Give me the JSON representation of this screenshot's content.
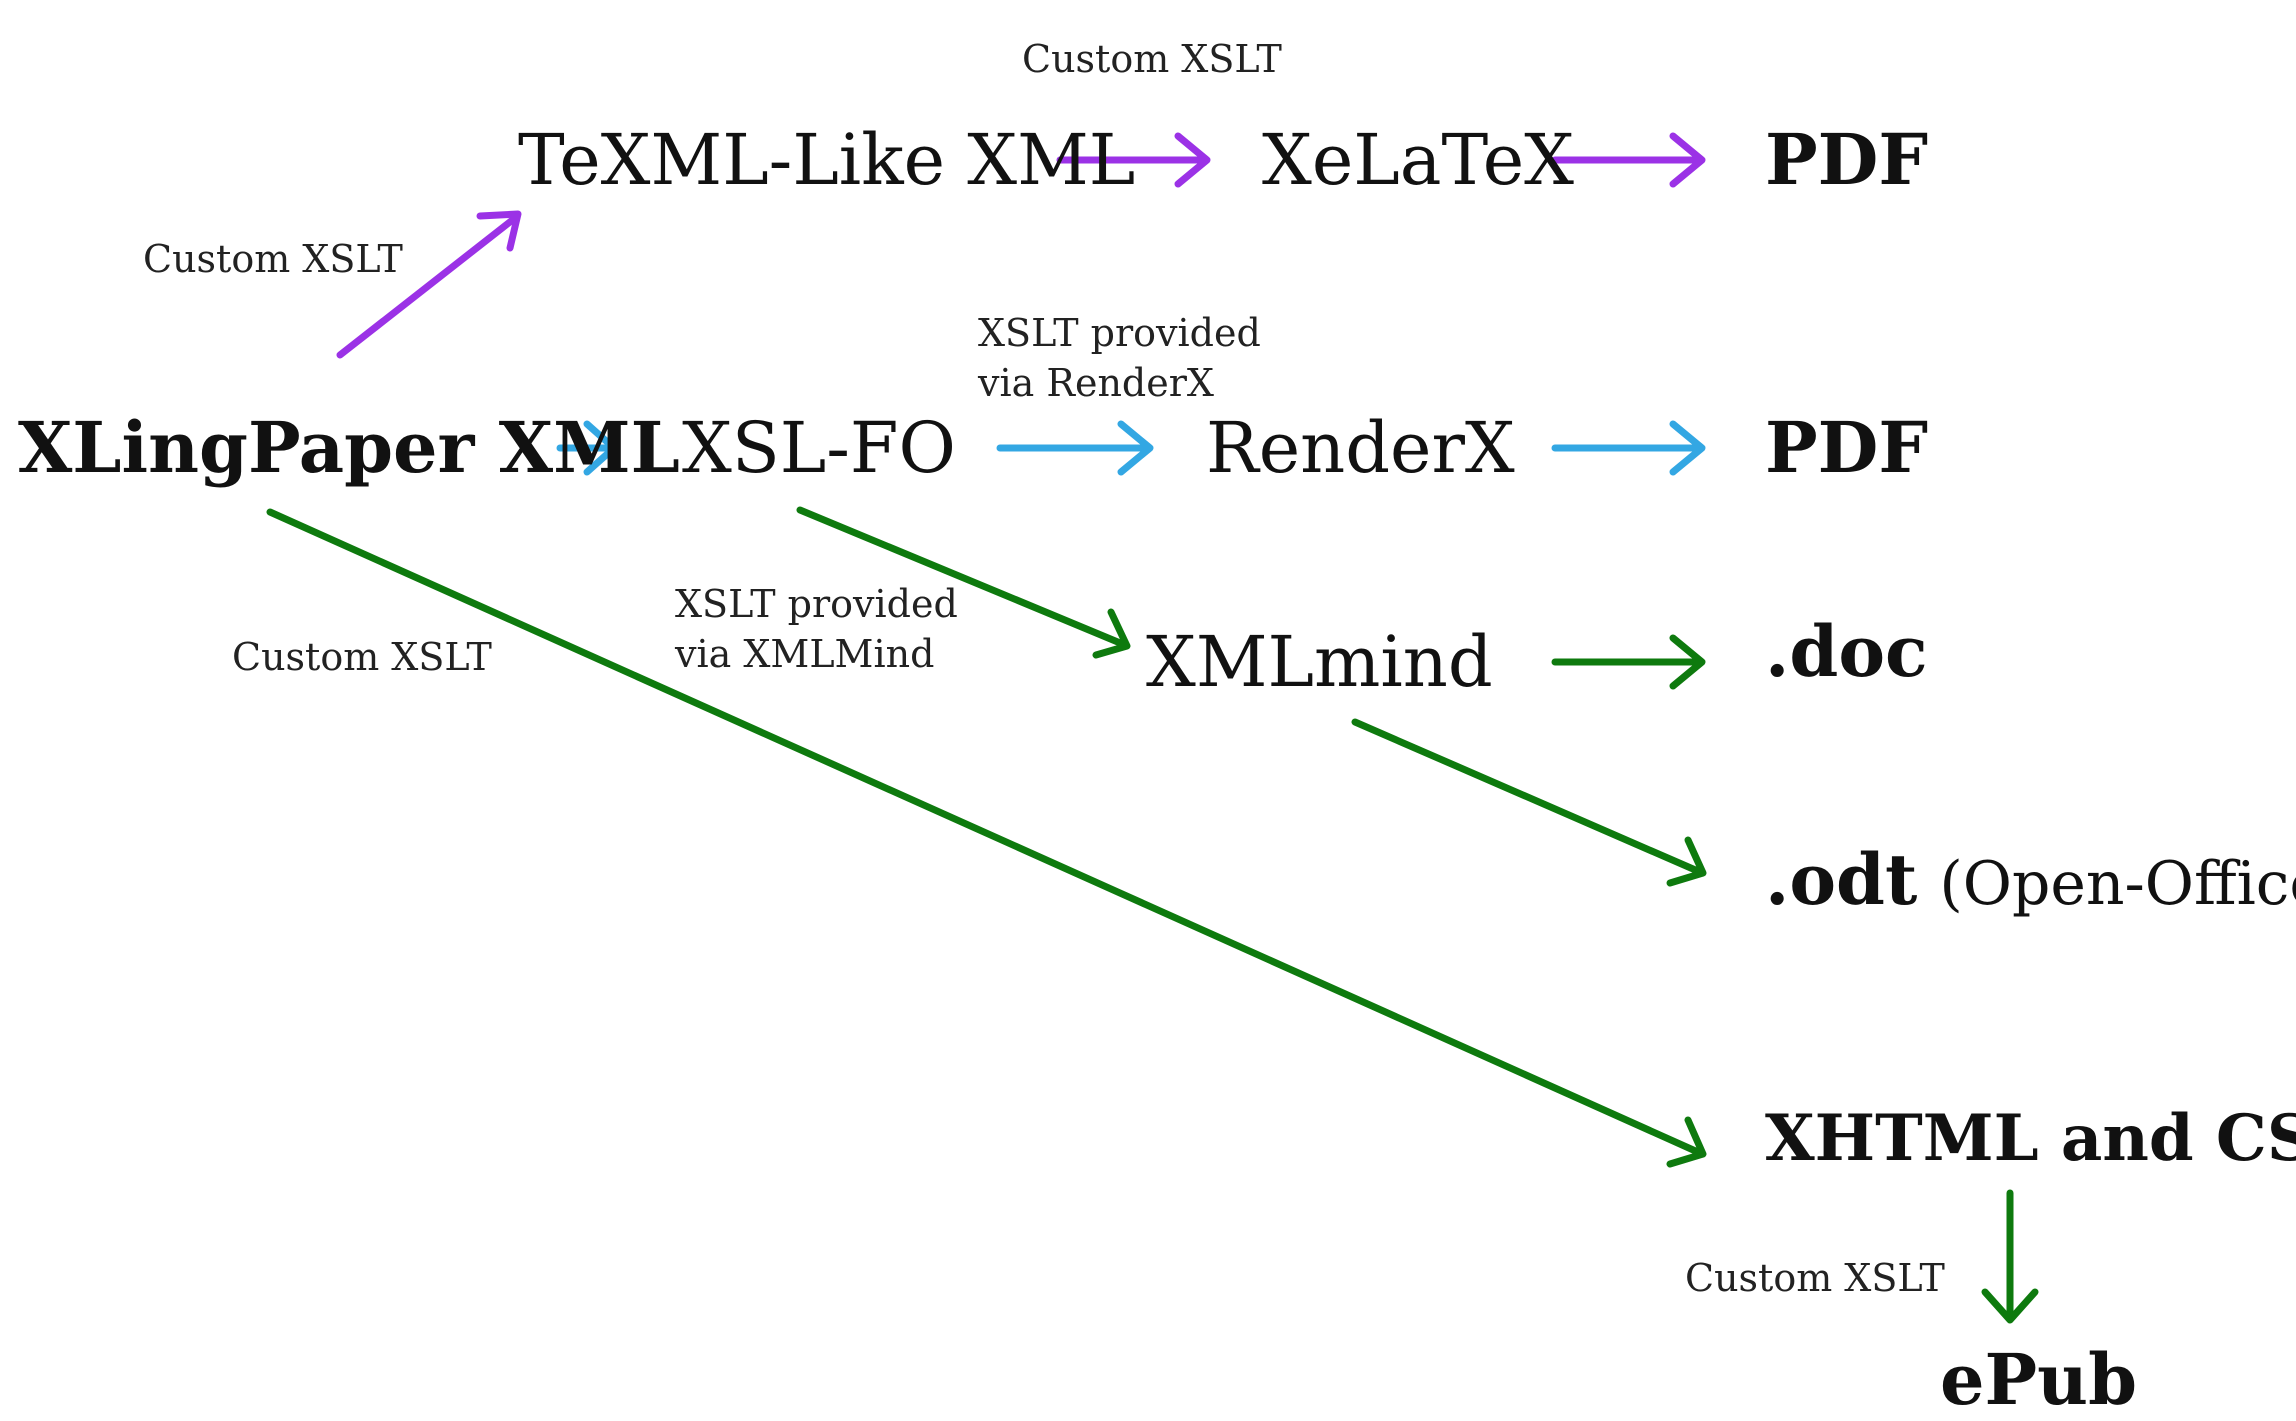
{
  "colors": {
    "purple": "#9b32e6",
    "blue": "#33a7e3",
    "green": "#0e7a0e",
    "text": "#111111"
  },
  "nodes": {
    "xlingpaper": "XLingPaper XML",
    "texml": "TeXML-Like XML",
    "xelatex": "XeLaTeX",
    "pdf_xelatex": "PDF",
    "xslfo": "XSL-FO",
    "renderx": "RenderX",
    "pdf_renderx": "PDF",
    "xmlmind": "XMLmind",
    "doc": ".doc",
    "odt_bold": ".odt",
    "odt_rest": "(Open-Office)",
    "xhtml": "XHTML and CSS",
    "epub": "ePub"
  },
  "labels": {
    "custom_xslt_top": "Custom XSLT",
    "custom_xslt_left": "Custom XSLT",
    "xslt_renderx_1": "XSLT provided",
    "xslt_renderx_2": "via RenderX",
    "xslt_xmlmind_1": "XSLT provided",
    "xslt_xmlmind_2": "via XMLMind",
    "custom_xslt_middle": "Custom XSLT",
    "custom_xslt_bottom": "Custom XSLT"
  },
  "edges": [
    {
      "from": "XLingPaper XML",
      "to": "TeXML-Like XML",
      "color": "purple"
    },
    {
      "from": "TeXML-Like XML",
      "to": "XeLaTeX",
      "color": "purple"
    },
    {
      "from": "XeLaTeX",
      "to": "PDF",
      "color": "purple"
    },
    {
      "from": "XLingPaper XML",
      "to": "XSL-FO",
      "color": "blue"
    },
    {
      "from": "XSL-FO",
      "to": "RenderX",
      "color": "blue"
    },
    {
      "from": "RenderX",
      "to": "PDF",
      "color": "blue"
    },
    {
      "from": "XSL-FO",
      "to": "XMLmind",
      "color": "green"
    },
    {
      "from": "XMLmind",
      "to": ".doc",
      "color": "green"
    },
    {
      "from": "XMLmind",
      "to": ".odt",
      "color": "green"
    },
    {
      "from": "XLingPaper XML",
      "to": "XHTML and CSS",
      "color": "green"
    },
    {
      "from": "XHTML and CSS",
      "to": "ePub",
      "color": "green"
    }
  ]
}
